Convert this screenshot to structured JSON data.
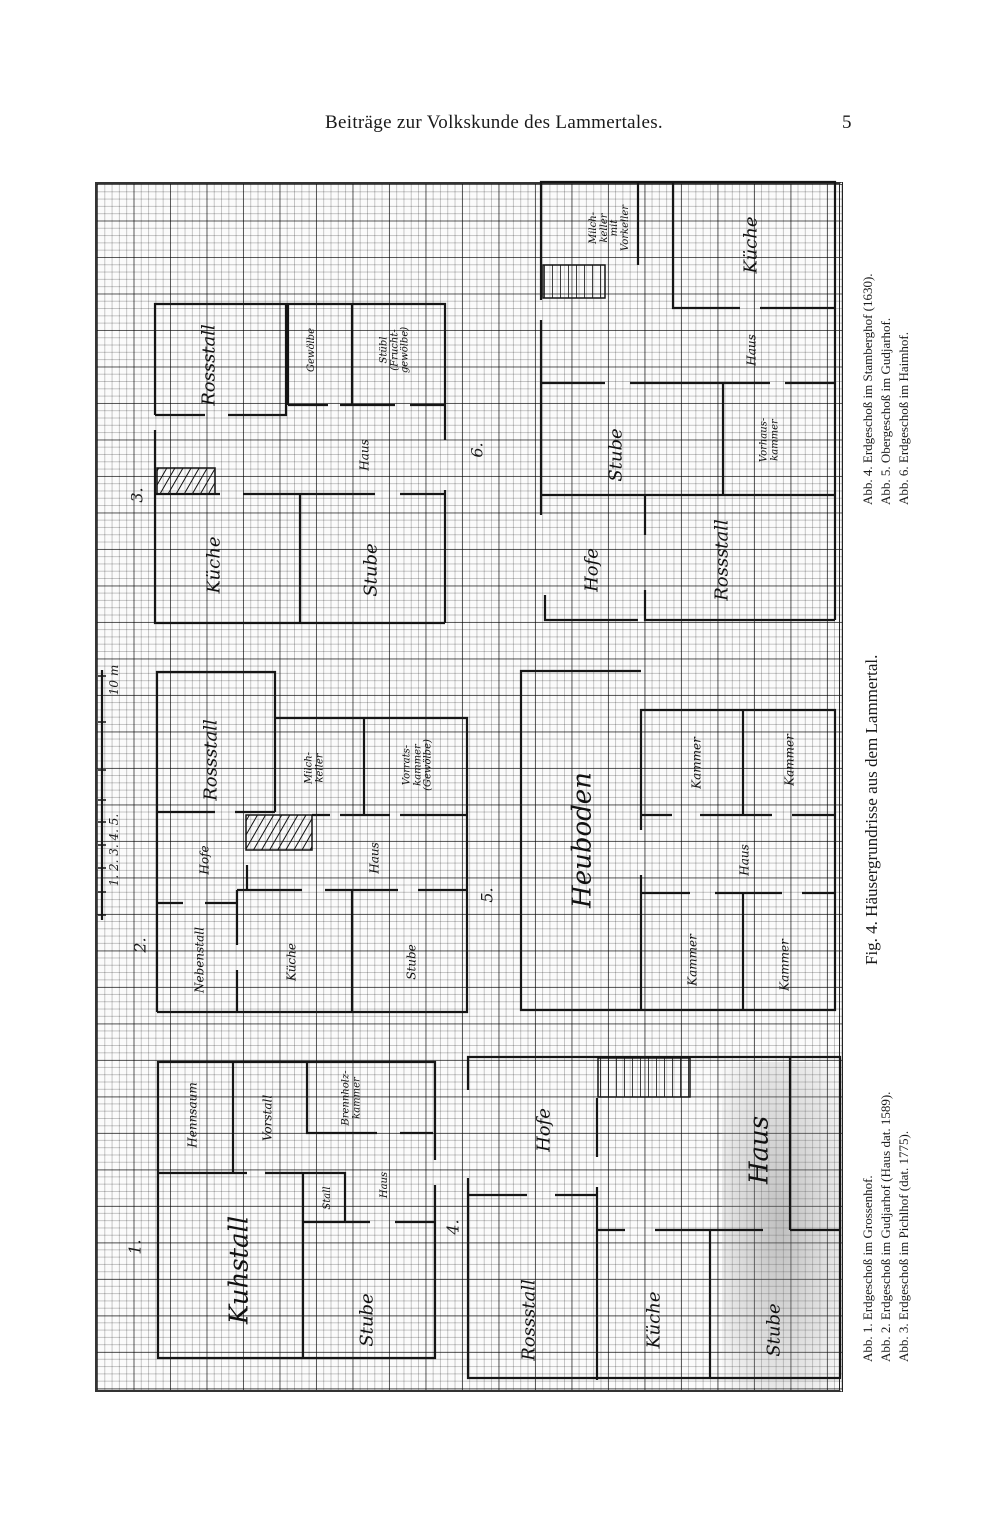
{
  "header": {
    "running_title": "Beiträge zur Volkskunde des Lammertales.",
    "page_number": "5"
  },
  "figure": {
    "scale": {
      "labels": "1. 2. 3. 4. 5.",
      "end_label": "10 m"
    },
    "plans": [
      {
        "number": "1.",
        "rooms": [
          "Hennsaum",
          "Vorstall",
          "Kuhstall",
          "Brennholz-\nkammer",
          "Stall",
          "Haus",
          "Stube"
        ]
      },
      {
        "number": "2.",
        "rooms": [
          "Rossstall",
          "Hofe",
          "Nebenstall",
          "Milch-\nkeller",
          "Vorrats-\nkammer\n(Gewölbe)",
          "Haus",
          "Küche",
          "Stube"
        ]
      },
      {
        "number": "3.",
        "rooms": [
          "Rossstall",
          "Gewölbe",
          "Stübl\n(Frucht-\ngewölbe)",
          "Haus",
          "Küche",
          "Stube"
        ]
      },
      {
        "number": "4.",
        "rooms": [
          "Rossstall",
          "Hofe",
          "Haus",
          "Küche",
          "Stube"
        ]
      },
      {
        "number": "5.",
        "rooms": [
          "Heuboden",
          "Kammer",
          "Kammer",
          "Haus",
          "Kammer",
          "Kammer"
        ]
      },
      {
        "number": "6.",
        "rooms": [
          "Milch-\nkeller\nmit\nVorkeller",
          "Küche",
          "Haus",
          "Stube",
          "Vorhaus-\nkammer",
          "Hofe",
          "Rossstall"
        ]
      }
    ]
  },
  "captions": {
    "figure": "Fig. 4. Häusergrundrisse aus dem Lammertal.",
    "abb_1_3": [
      "Abb. 1. Erdgeschoß im Grossenhof.",
      "Abb. 2. Erdgeschoß im Gudjarhof (Haus dat. 1589).",
      "Abb. 3. Erdgeschoß im Pichlhof (dat. 1775)."
    ],
    "abb_4_6": [
      "Abb. 4. Erdgeschoß im Stamberghof (1630).",
      "Abb. 5. Obergeschoß im Gudjarhof.",
      "Abb. 6. Erdgeschoß im Haimhof."
    ]
  }
}
